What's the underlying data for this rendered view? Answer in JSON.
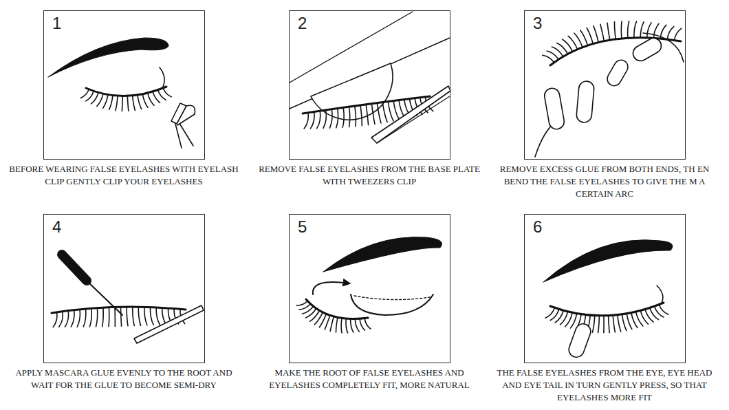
{
  "diagram": {
    "nodes": [
      {
        "text": [
          "1",
          "BEFORE WEARING FALSE EYELASHES WITH EYELASH CLIP GENTLY CLIP YOUR EYELASHES"
        ]
      },
      {
        "text": [
          "2",
          "REMOVE FALSE EYELASHES FROM THE BASE PLATE WITH TWEEZERS CLIP"
        ]
      },
      {
        "text": [
          "3",
          "REMOVE EXCESS GLUE FROM BOTH ENDS, TH EN BEND THE FALSE EYELASHES TO GIVE THE M A CERTAIN ARC"
        ]
      },
      {
        "text": [
          "4",
          "APPLY MASCARA GLUE EVENLY TO THE ROOT AND WAIT FOR THE GLUE TO BECOME SEMI-DRY"
        ]
      },
      {
        "text": [
          "5",
          "MAKE THE ROOT OF FALSE EYELASHES AND EYELASHES COMPLETELY FIT, MORE NATURAL"
        ]
      },
      {
        "text": [
          "6",
          "THE FALSE EYELASHES FROM THE EYE, EYE HEAD AND EYE TAIL IN TURN GENTLY PRESS, SO THAT EYELASHES MORE FIT"
        ]
      }
    ]
  }
}
